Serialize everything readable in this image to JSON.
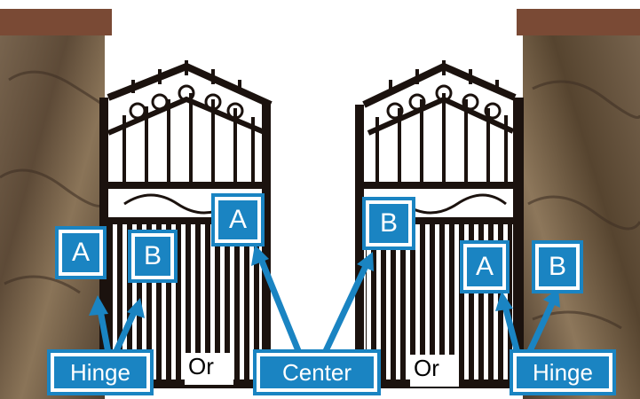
{
  "labels": {
    "left_hinge_a": "A",
    "left_hinge_b": "B",
    "center_a": "A",
    "center_b": "B",
    "right_hinge_a": "A",
    "right_hinge_b": "B",
    "left_hinge_word": "Hinge",
    "center_word": "Center",
    "right_hinge_word": "Hinge",
    "or_left": "Or",
    "or_right": "Or"
  },
  "colors": {
    "accent": "#1a84c2",
    "gate_iron": "#1b120e",
    "pillar_stone": "#6e5a45",
    "pillar_cap": "#7a4a35"
  },
  "icons": {
    "arrow": "arrow-up-icon"
  }
}
